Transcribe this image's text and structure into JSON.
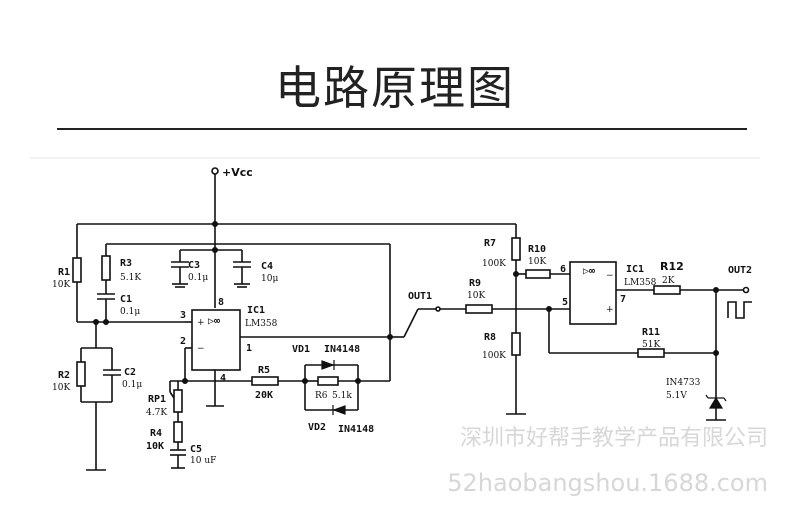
{
  "header": {
    "title": "电路原理图"
  },
  "watermark": {
    "line1": "深圳市好帮手教学产品有限公司",
    "line2": "52haobangshou.1688.com"
  },
  "labels": {
    "vcc": "+Vcc",
    "r1": "R1",
    "r1_val": "10K",
    "r3": "R3",
    "r3_val": "5.1K",
    "c1": "C1",
    "c1_val": "0.1μ",
    "c3": "C3",
    "c3_val": "0.1μ",
    "c4": "C4",
    "c4_val": "10μ",
    "r2": "R2",
    "r2_val": "10K",
    "c2": "C2",
    "c2_val": "0.1μ",
    "rp1": "RP1",
    "rp1_val": "4.7K",
    "r4": "R4",
    "r4_val": "10K",
    "c5": "C5",
    "c5_val": "10 uF",
    "ic1_a": "IC1",
    "ic1_a_part": "LM358",
    "pin8": "8",
    "pin3": "3",
    "pin2": "2",
    "pin1": "1",
    "pin4": "4",
    "opamp_sym": "▷∞",
    "r5": "R5",
    "r5_val": "20K",
    "vd1": "VD1",
    "vd1_part": "IN4148",
    "r6": "R6",
    "r6_val": "5.1k",
    "vd2": "VD2",
    "vd2_part": "IN4148",
    "out1": "OUT1",
    "r9": "R9",
    "r9_val": "10K",
    "r7": "R7",
    "r7_val": "100K",
    "r8": "R8",
    "r8_val": "100K",
    "r10": "R10",
    "r10_val": "10K",
    "pin6": "6",
    "pin5": "5",
    "pin7": "7",
    "ic1_b": "IC1",
    "ic1_b_part": "LM358",
    "r12": "R12",
    "r12_val": "2K",
    "r11": "R11",
    "r11_val": "51K",
    "out2": "OUT2",
    "zener": "IN4733",
    "zener_val": "5.1V"
  }
}
